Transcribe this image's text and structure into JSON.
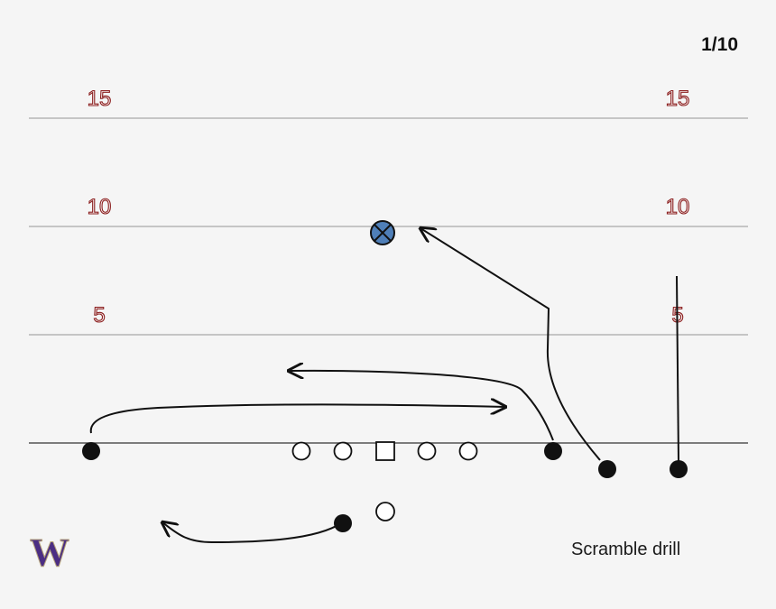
{
  "page_indicator": "1/10",
  "caption": "Scramble drill",
  "logo": {
    "text": "W",
    "color": "#4b2e83",
    "accent": "#b7a57a"
  },
  "yard_lines": [
    {
      "label_left": "15",
      "label_right": "15"
    },
    {
      "label_left": "10",
      "label_right": "10"
    },
    {
      "label_left": "5",
      "label_right": "5"
    }
  ],
  "colors": {
    "background": "#f5f5f5",
    "field_line": "#b5b5b5",
    "line_of_scrimmage": "#555555",
    "yard_number_fill": "#f7f0f0",
    "yard_number_outline": "#8b1e1e",
    "player": "#111111",
    "target_marker": "#4f7fb8"
  },
  "legend_shapes": {
    "offensive_line": "open-circle",
    "center": "open-square",
    "skill_player": "filled-circle",
    "target": "circled-x"
  }
}
